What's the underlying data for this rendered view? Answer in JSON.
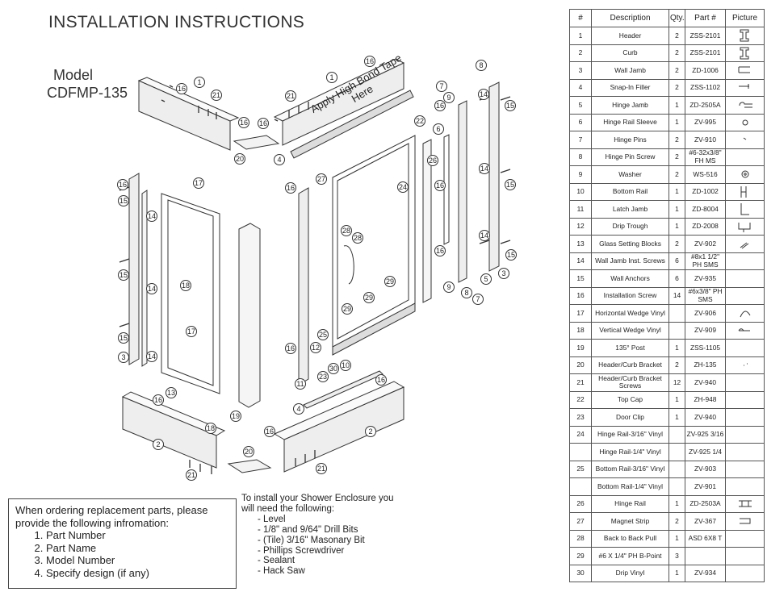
{
  "page": {
    "title": "INSTALLATION INSTRUCTIONS",
    "model_label": "Model",
    "model_number": "CDFMP-135",
    "tape_note_line1": "Apply High Bond Tape",
    "tape_note_line2": "Here"
  },
  "ordering": {
    "intro": "When ordering replacement parts, please provide the following infromation:",
    "items": [
      "Part Number",
      "Part Name",
      "Model Number",
      "Specify design (if any)"
    ]
  },
  "tools": {
    "intro": "To install your Shower Enclosure you will need the following:",
    "items": [
      "Level",
      "1/8\" and 9/64\" Drill Bits",
      "(Tile) 3/16\" Masonary Bit",
      "Phillips Screwdriver",
      "Sealant",
      "Hack Saw"
    ]
  },
  "parts_table": {
    "headers": {
      "num": "#",
      "desc": "Description",
      "qty": "Qty.",
      "part": "Part #",
      "pic": "Picture"
    },
    "rows": [
      {
        "num": "1",
        "desc": "Header",
        "qty": "2",
        "part": "ZSS-2101",
        "icon": "header-profile-icon"
      },
      {
        "num": "2",
        "desc": "Curb",
        "qty": "2",
        "part": "ZSS-2101",
        "icon": "curb-profile-icon"
      },
      {
        "num": "3",
        "desc": "Wall Jamb",
        "qty": "2",
        "part": "ZD-1006",
        "icon": "wall-jamb-profile-icon"
      },
      {
        "num": "4",
        "desc": "Snap-In Filler",
        "qty": "2",
        "part": "ZSS-1102",
        "icon": "filler-profile-icon"
      },
      {
        "num": "5",
        "desc": "Hinge Jamb",
        "qty": "1",
        "part": "ZD-2505A",
        "icon": "hinge-jamb-profile-icon"
      },
      {
        "num": "6",
        "desc": "Hinge Rail Sleeve",
        "qty": "1",
        "part": "ZV-995",
        "icon": "sleeve-icon"
      },
      {
        "num": "7",
        "desc": "Hinge Pins",
        "qty": "2",
        "part": "ZV-910",
        "icon": "pin-icon"
      },
      {
        "num": "8",
        "desc": "Hinge Pin Screw",
        "qty": "2",
        "part": "#6-32x3/8\" FH MS",
        "icon": ""
      },
      {
        "num": "9",
        "desc": "Washer",
        "qty": "2",
        "part": "WS-516",
        "icon": "washer-icon"
      },
      {
        "num": "10",
        "desc": "Bottom Rail",
        "qty": "1",
        "part": "ZD-1002",
        "icon": "bottom-rail-profile-icon"
      },
      {
        "num": "11",
        "desc": "Latch Jamb",
        "qty": "1",
        "part": "ZD-8004",
        "icon": "latch-jamb-profile-icon"
      },
      {
        "num": "12",
        "desc": "Drip Trough",
        "qty": "1",
        "part": "ZD-2008",
        "icon": "drip-trough-profile-icon"
      },
      {
        "num": "13",
        "desc": "Glass Setting Blocks",
        "qty": "2",
        "part": "ZV-902",
        "icon": "setting-block-icon"
      },
      {
        "num": "14",
        "desc": "Wall Jamb Inst. Screws",
        "qty": "6",
        "part": "#8x1 1/2\" PH SMS",
        "icon": ""
      },
      {
        "num": "15",
        "desc": "Wall Anchors",
        "qty": "6",
        "part": "ZV-935",
        "icon": ""
      },
      {
        "num": "16",
        "desc": "Installation Screw",
        "qty": "14",
        "part": "#6x3/8\" PH SMS",
        "icon": ""
      },
      {
        "num": "17",
        "desc": "Horizontal Wedge Vinyl",
        "qty": "",
        "part": "ZV-906",
        "icon": "h-wedge-vinyl-icon"
      },
      {
        "num": "18",
        "desc": "Vertical Wedge Vinyl",
        "qty": "",
        "part": "ZV-909",
        "icon": "v-wedge-vinyl-icon"
      },
      {
        "num": "19",
        "desc": "135° Post",
        "qty": "1",
        "part": "ZSS-1105",
        "icon": ""
      },
      {
        "num": "20",
        "desc": "Header/Curb Bracket",
        "qty": "2",
        "part": "ZH-135",
        "icon": "bracket-icon"
      },
      {
        "num": "21",
        "desc": "Header/Curb Bracket Screws",
        "qty": "12",
        "part": "ZV-940",
        "icon": ""
      },
      {
        "num": "22",
        "desc": "Top Cap",
        "qty": "1",
        "part": "ZH-948",
        "icon": ""
      },
      {
        "num": "23",
        "desc": "Door Clip",
        "qty": "1",
        "part": "ZV-940",
        "icon": ""
      },
      {
        "num": "24",
        "desc": "Hinge Rail-3/16\" Vinyl",
        "qty": "",
        "part": "ZV-925 3/16",
        "icon": ""
      },
      {
        "num": "",
        "desc": "Hinge Rail-1/4\" Vinyl",
        "qty": "",
        "part": "ZV-925 1/4",
        "icon": ""
      },
      {
        "num": "25",
        "desc": "Bottom Rail-3/16\" Vinyl",
        "qty": "",
        "part": "ZV-903",
        "icon": ""
      },
      {
        "num": "",
        "desc": "Bottom Rail-1/4\" Vinyl",
        "qty": "",
        "part": "ZV-901",
        "icon": ""
      },
      {
        "num": "26",
        "desc": "Hinge Rail",
        "qty": "1",
        "part": "ZD-2503A",
        "icon": "hinge-rail-profile-icon"
      },
      {
        "num": "27",
        "desc": "Magnet Strip",
        "qty": "2",
        "part": "ZV-367",
        "icon": "magnet-strip-icon"
      },
      {
        "num": "28",
        "desc": "Back to Back Pull",
        "qty": "1",
        "part": "ASD 6X8 T",
        "icon": ""
      },
      {
        "num": "29",
        "desc": "#6 X 1/4\" PH B-Point",
        "qty": "3",
        "part": "",
        "icon": ""
      },
      {
        "num": "30",
        "desc": "Drip Vinyl",
        "qty": "1",
        "part": "ZV-934",
        "icon": ""
      }
    ]
  },
  "callouts": [
    "1",
    "2",
    "3",
    "4",
    "5",
    "6",
    "7",
    "8",
    "9",
    "10",
    "11",
    "12",
    "13",
    "14",
    "15",
    "16",
    "17",
    "18",
    "19",
    "20",
    "21",
    "22",
    "23",
    "24",
    "25",
    "26",
    "27",
    "28",
    "29",
    "30"
  ]
}
